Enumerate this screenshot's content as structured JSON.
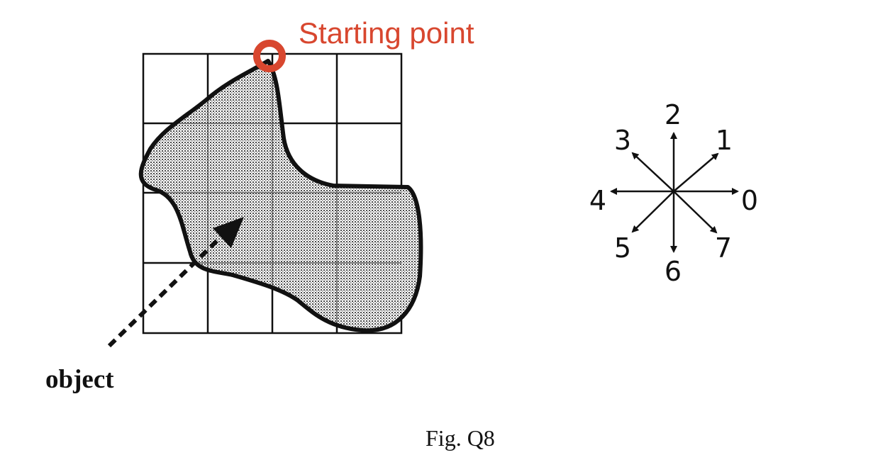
{
  "starting_point": {
    "label": "Starting point",
    "color": "#d8472f"
  },
  "object_label": "object",
  "caption": "Fig. Q8",
  "direction_code": {
    "labels": [
      "0",
      "1",
      "2",
      "3",
      "4",
      "5",
      "6",
      "7"
    ]
  }
}
